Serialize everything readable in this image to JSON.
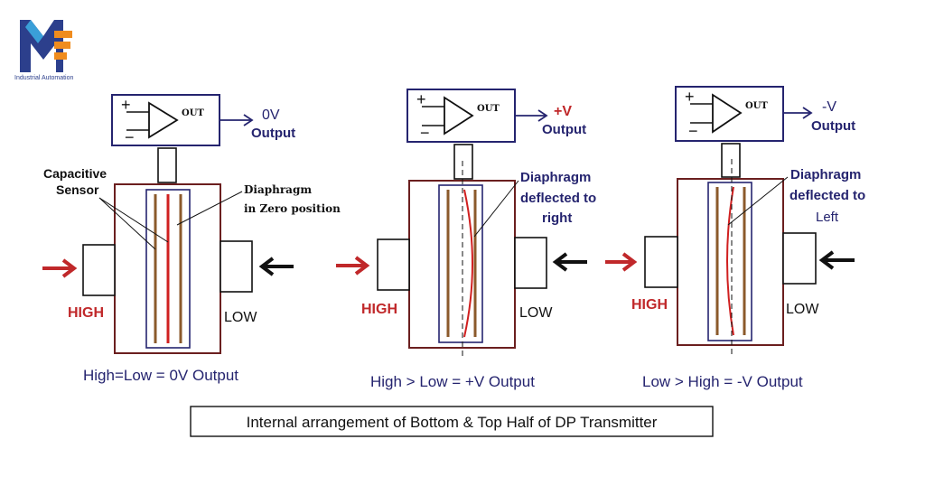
{
  "logo": {
    "tagline": "Industrial Automation",
    "brand_colors": [
      "#2c3f8c",
      "#3a9fd8",
      "#f08c1e"
    ]
  },
  "amplifier": {
    "out_label": "OUT",
    "plus": "+",
    "minus": "−"
  },
  "panels": [
    {
      "output_value": "0V",
      "output_label": "Output",
      "high_label": "HIGH",
      "low_label": "LOW",
      "sensor_label_line1": "Capacitive",
      "sensor_label_line2": "Sensor",
      "diaphragm_line1": "Diaphragm",
      "diaphragm_line2": "in Zero position",
      "caption": "High=Low = 0V Output",
      "deflection": "none"
    },
    {
      "output_value": "+V",
      "output_label": "Output",
      "high_label": "HIGH",
      "low_label": "LOW",
      "diaphragm_line1": "Diaphragm",
      "diaphragm_line2": "deflected to",
      "diaphragm_line3": "right",
      "caption": "High > Low = +V Output",
      "deflection": "right"
    },
    {
      "output_value": "-V",
      "output_label": "Output",
      "high_label": "HIGH",
      "low_label": "LOW",
      "diaphragm_line1": "Diaphragm",
      "diaphragm_line2": "deflected to",
      "diaphragm_line3": "Left",
      "caption": "Low > High = -V Output",
      "deflection": "left"
    }
  ],
  "footer_caption": "Internal arrangement of Bottom & Top Half of DP Transmitter",
  "colors": {
    "box_border": "#25246f",
    "body_border": "#6b1f1f",
    "plate": "#8b5a2b",
    "diaphragm": "#d02020",
    "arrow_high": "#c0282a",
    "arrow_low": "#111111"
  }
}
